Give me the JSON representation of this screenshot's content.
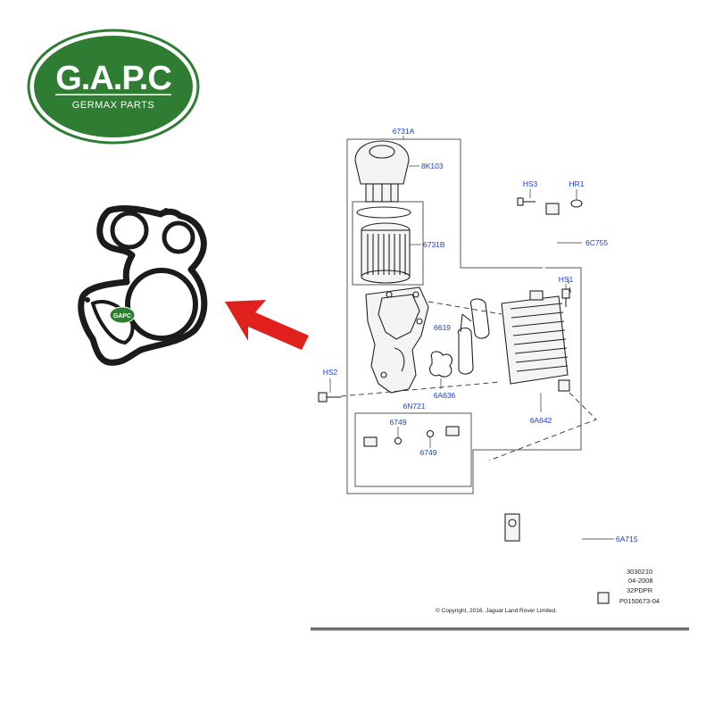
{
  "logo": {
    "brand_mark": "G.A.P.C",
    "brand_name": "GERMAX PARTS",
    "color": "#2e7d32"
  },
  "badge": {
    "brand_mark": "GAPC"
  },
  "arrow": {
    "color": "#e0201c"
  },
  "diagram": {
    "label_color": "#1a3fd0",
    "part_labels": {
      "p6731A": "6731A",
      "p8K103": "8K103",
      "p6731B": "6731B",
      "pHS3": "HS3",
      "pHR1": "HR1",
      "p6C755": "6C755",
      "pHS1": "HS1",
      "p6619": "6619",
      "pHS2": "HS2",
      "p6A636": "6A636",
      "p6N721": "6N721",
      "p6A642": "6A642",
      "p6749a": "6749",
      "p6749b": "6749",
      "p6A715": "6A715"
    },
    "ref_codes": [
      "3030210",
      "04-2008",
      "32PDPR",
      "P0150673-04"
    ],
    "copyright": "© Copyright, 2016. Jaguar Land Rover Limited."
  }
}
